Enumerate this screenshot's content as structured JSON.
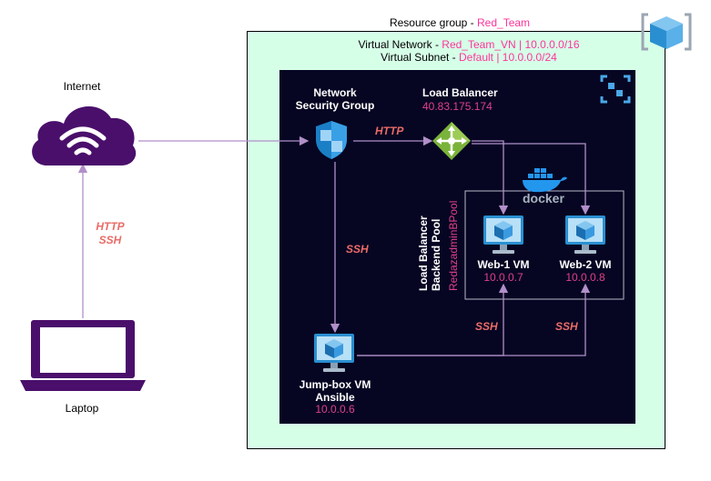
{
  "resource_group": {
    "prefix": "Resource group - ",
    "name": "Red_Team"
  },
  "virtual_network": {
    "prefix": "Virtual Network - ",
    "value": "Red_Team_VN | 10.0.0.0/16",
    "subnet_prefix": "Virtual Subnet - ",
    "subnet_value": "Default | 10.0.0.0/24"
  },
  "nodes": {
    "internet": {
      "label": "Internet"
    },
    "laptop": {
      "label": "Laptop"
    },
    "nsg": {
      "line1": "Network",
      "line2": "Security Group"
    },
    "load_balancer": {
      "label": "Load Balancer",
      "ip": "40.83.175.174"
    },
    "backend_pool": {
      "line1": "Load Balancer",
      "line2": "Backend Pool",
      "name": "RedazadminBPool"
    },
    "docker": {
      "label": "docker"
    },
    "web1": {
      "label": "Web-1 VM",
      "ip": "10.0.0.7"
    },
    "web2": {
      "label": "Web-2 VM",
      "ip": "10.0.0.8"
    },
    "jumpbox": {
      "line1": "Jump-box VM",
      "line2": "Ansible",
      "ip": "10.0.0.6"
    }
  },
  "connections": {
    "laptop_internet_1": "HTTP",
    "laptop_internet_2": "SSH",
    "nsg_lb": "HTTP",
    "nsg_jumpbox": "SSH",
    "jump_web1": "SSH",
    "jump_web2": "SSH"
  },
  "colors": {
    "background": "#ffffff",
    "resource_group_fill": "#d6ffe8",
    "vnet_fill": "#060623",
    "accent_pink": "#ff3399",
    "connection_line": "#b18fc9",
    "protocol_label": "#ea6b66",
    "cloud_laptop": "#4a0f6b",
    "azure_blue": "#1b8fd6",
    "lb_green": "#7ab33a"
  },
  "icons": [
    "resource-group-icon",
    "virtual-network-icon",
    "cloud-internet-icon",
    "laptop-icon",
    "network-security-group-icon",
    "load-balancer-icon",
    "docker-icon",
    "virtual-machine-icon"
  ]
}
